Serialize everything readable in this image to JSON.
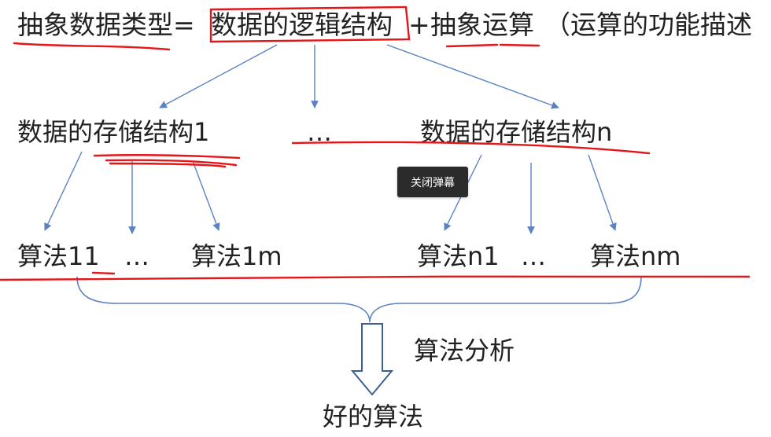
{
  "title": {
    "part1": "抽象数据类型=",
    "part2": "数据的逻辑结构",
    "part3": "+",
    "part4": "抽象运算",
    "part5": "（运算的功能描述"
  },
  "storage": {
    "left": "数据的存储结构1",
    "middle": "…",
    "right": "数据的存储结构n"
  },
  "algorithms": {
    "a11": "算法11",
    "dots_left": "…",
    "a1m": "算法1m",
    "an1": "算法n1",
    "dots_right": "…",
    "anm": "算法nm"
  },
  "analysis_label": "算法分析",
  "result_label": "好的算法",
  "danmaku_button": "关闭弹幕",
  "colors": {
    "arrow": "#5b82c2",
    "annotation": "#e4161a",
    "text": "#222222",
    "button_bg": "#2b2b2b"
  }
}
